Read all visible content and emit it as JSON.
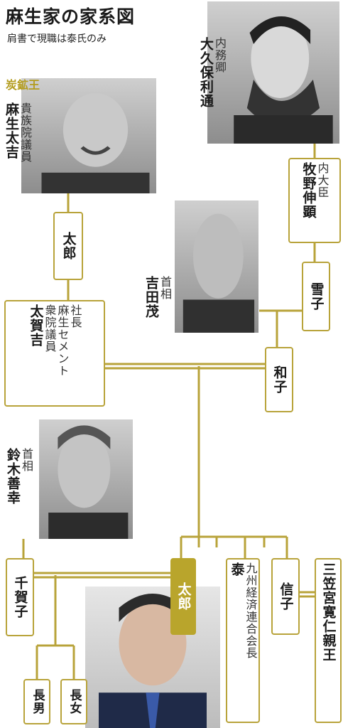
{
  "header": {
    "title": "麻生家の家系図",
    "subtitle": "肩書で現職は泰氏のみ"
  },
  "people": {
    "okubo": {
      "name": "大久保利通",
      "role": "内務卿"
    },
    "makino": {
      "name": "牧野伸顕",
      "role": "内大臣"
    },
    "takichi": {
      "nickname": "炭鉱王",
      "name": "麻生太吉",
      "role": "貴族院議員"
    },
    "taro1": {
      "name": "太郎"
    },
    "yoshida": {
      "name": "吉田茂",
      "role": "首相"
    },
    "yukiko": {
      "name": "雪子"
    },
    "takakichi": {
      "name": "太賀吉",
      "role1": "衆院議員",
      "role2": "麻生セメント",
      "role3": "社長"
    },
    "kazuko": {
      "name": "和子"
    },
    "suzuki": {
      "name": "鈴木善幸",
      "role": "首相"
    },
    "chikako": {
      "name": "千賀子"
    },
    "taro2": {
      "name": "太郎"
    },
    "yutaka": {
      "name": "泰",
      "role": "九州経済連合会長"
    },
    "nobuko": {
      "name": "信子"
    },
    "tomohito": {
      "name": "三笠宮寛仁親王"
    },
    "son": {
      "name": "長男"
    },
    "daughter": {
      "name": "長女"
    }
  },
  "colors": {
    "line": "#b8a33a",
    "highlight": "#b9a52c"
  }
}
